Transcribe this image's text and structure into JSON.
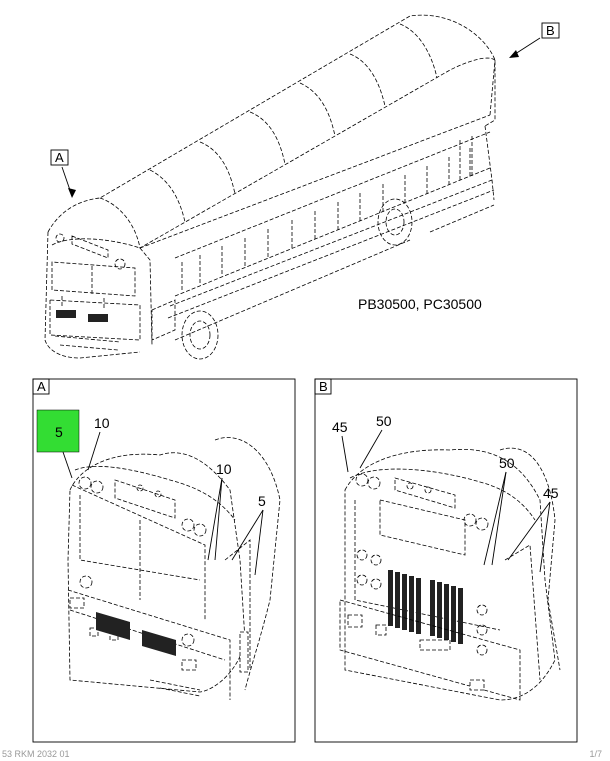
{
  "model_label": "PB30500, PC30500",
  "view_a_label": "A",
  "view_b_label": "B",
  "view_a_callout": "A",
  "view_b_callout": "B",
  "panel_a": {
    "callouts": [
      "5",
      "10",
      "10",
      "5"
    ],
    "highlight_color": "#33dd33"
  },
  "panel_b": {
    "callouts": [
      "45",
      "50",
      "50",
      "45"
    ]
  },
  "footer": {
    "left": "53 RKM 2032 01",
    "right": "1/7"
  }
}
